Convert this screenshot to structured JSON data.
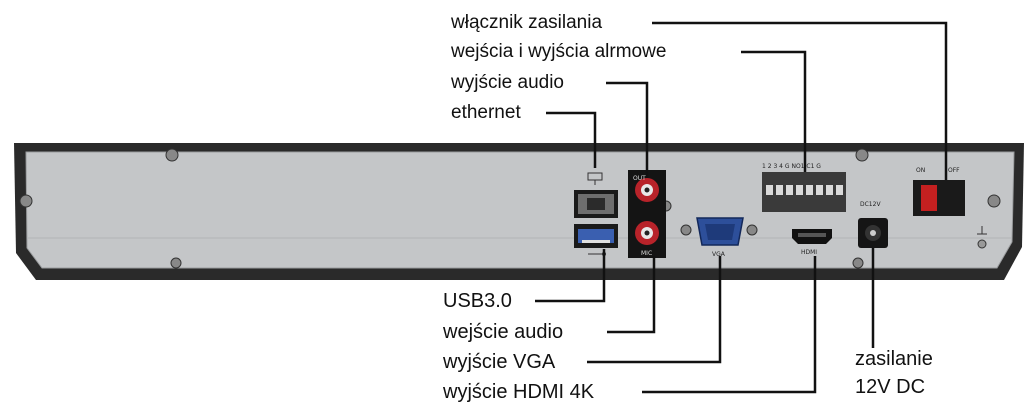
{
  "labels": {
    "power_switch": "włącznik zasilania",
    "alarm_io": "wejścia i wyjścia alrmowe",
    "audio_out": "wyjście audio",
    "ethernet": "ethernet",
    "usb": "USB3.0",
    "audio_in": "wejście audio",
    "vga_out": "wyjście VGA",
    "hdmi_out": "wyjście HDMI 4K",
    "power_line1": "zasilanie",
    "power_line2": "12V DC"
  },
  "panel_text": {
    "on": "ON",
    "off": "OFF",
    "vga": "VGA",
    "hdmi": "HDMI",
    "dc": "DC12V",
    "audio_out_mark": "OUT",
    "audio_in_mark": "MIC",
    "alarm_pins": "1 2 3 4 G NO1 C1 G"
  },
  "colors": {
    "panel": "#c4c6c8",
    "frame": "#2a2a2a",
    "rca_red": "#b8232a",
    "vga_blue": "#2d4f9a",
    "power_switch": "#c42020",
    "usb_blue": "#3a5fb0",
    "connector_line": "#111111"
  },
  "icons": [
    "network-icon",
    "usb-icon",
    "ground-icon"
  ]
}
